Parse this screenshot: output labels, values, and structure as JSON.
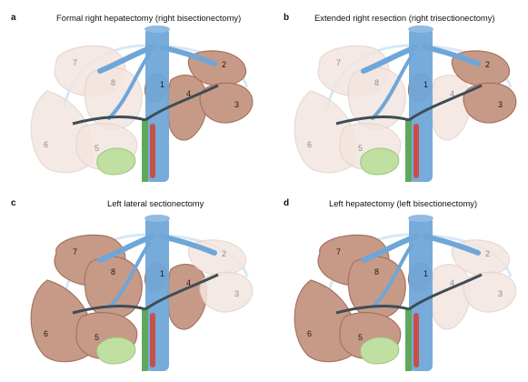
{
  "panels": [
    {
      "letter": "a",
      "title": "Formal right hepatectomy (right bisectionectomy)",
      "segments": [
        "1",
        "2",
        "3",
        "4",
        "5",
        "6",
        "7",
        "8"
      ],
      "faded_segments": [
        "5",
        "6",
        "7",
        "8"
      ]
    },
    {
      "letter": "b",
      "title": "Extended right resection (right trisectionectomy)",
      "segments": [
        "1",
        "2",
        "3",
        "4",
        "5",
        "6",
        "7",
        "8"
      ],
      "faded_segments": [
        "4",
        "5",
        "6",
        "7",
        "8"
      ]
    },
    {
      "letter": "c",
      "title": "Left lateral sectionectomy",
      "segments": [
        "1",
        "2",
        "3",
        "4",
        "5",
        "6",
        "7",
        "8"
      ],
      "faded_segments": [
        "2",
        "3"
      ]
    },
    {
      "letter": "d",
      "title": "Left hepatectomy (left bisectionectomy)",
      "segments": [
        "1",
        "2",
        "3",
        "4",
        "5",
        "6",
        "7",
        "8"
      ],
      "faded_segments": [
        "2",
        "3",
        "4"
      ]
    }
  ],
  "colors": {
    "liver_solid": "#c79a87",
    "liver_dark": "#a57461",
    "liver_faded": "#f3e6e0",
    "vein_blue": "#6fa6d8",
    "vein_blue_faded": "#d8e8f5",
    "artery_red": "#c8504a",
    "portal_green": "#5ea85e",
    "gallbladder": "#bfe0a0",
    "duct_dark": "#3e4d56"
  }
}
